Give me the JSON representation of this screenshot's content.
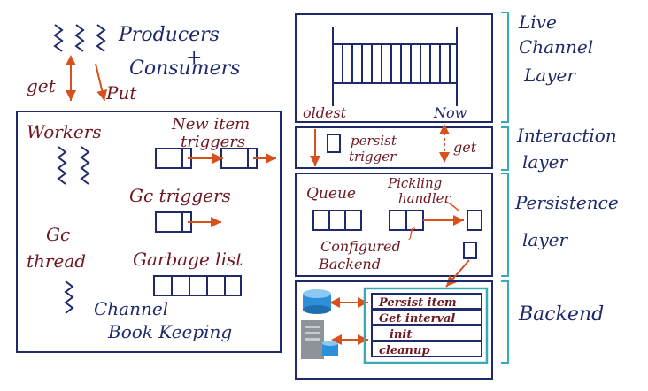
{
  "colors": {
    "ink_maroon": "#6e1822",
    "ink_navy": "#1f2a6b",
    "arrow_orange": "#d8501c",
    "bracket_teal": "#39a9b8",
    "db_blue": "#2d8fd8"
  },
  "left": {
    "title_line1": "Producers",
    "plus": "+",
    "title_line2": "Consumers",
    "get": "get",
    "put": "Put",
    "workers": "Workers",
    "new_item_line1": "New item",
    "new_item_line2": "triggers",
    "gc_triggers": "Gc triggers",
    "gc_thread_line1": "Gc",
    "gc_thread_line2": "thread",
    "garbage_list": "Garbage list",
    "channel_line1": "Channel",
    "channel_line2": "Book Keeping"
  },
  "live": {
    "oldest": "oldest",
    "now": "Now"
  },
  "interaction": {
    "persist_line1": "persist",
    "persist_line2": "trigger",
    "get": "get"
  },
  "persistence": {
    "queue": "Queue",
    "pickling_line1": "Pickling",
    "pickling_line2": "handler",
    "f": "f",
    "configured_line1": "Configured",
    "configured_line2": "Backend"
  },
  "backend": {
    "methods": [
      "Persist item",
      "Get interval",
      "init",
      "cleanup"
    ]
  },
  "layers": {
    "live_line1": "Live",
    "live_line2": "Channel",
    "live_line3": "Layer",
    "interaction_line1": "Interaction",
    "interaction_line2": "layer",
    "persistence_line1": "Persistence",
    "persistence_line2": "layer",
    "backend": "Backend"
  }
}
